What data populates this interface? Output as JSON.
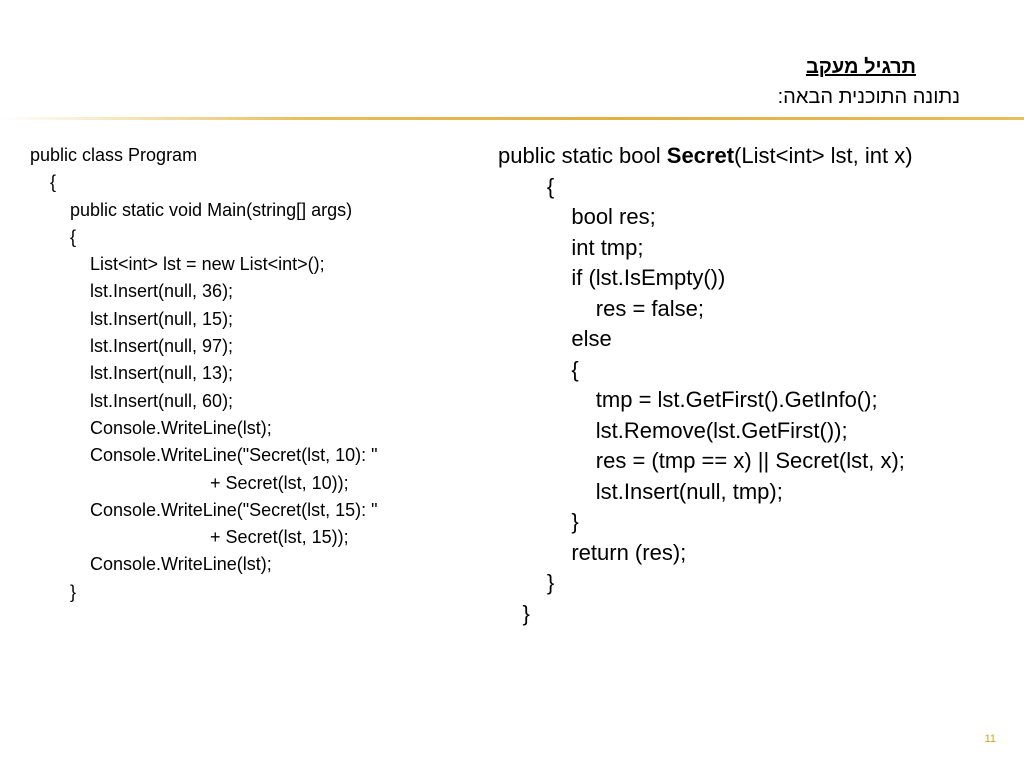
{
  "header": {
    "title": "תרגיל מעקב",
    "subtitle": "נתונה התוכנית הבאה:"
  },
  "left_code": [
    "public class Program",
    "    {",
    "        public static void Main(string[] args)",
    "        {",
    "            List<int> lst = new List<int>();",
    "            lst.Insert(null, 36);",
    "            lst.Insert(null, 15);",
    "            lst.Insert(null, 97);",
    "            lst.Insert(null, 13);",
    "            lst.Insert(null, 60);",
    "            Console.WriteLine(lst);",
    "            Console.WriteLine(\"Secret(lst, 10): \"",
    "                                    + Secret(lst, 10));",
    "            Console.WriteLine(\"Secret(lst, 15): \"",
    "                                    + Secret(lst, 15));",
    "            Console.WriteLine(lst);",
    "        }"
  ],
  "right_code": {
    "signature_prefix": "public static bool ",
    "signature_name": "Secret",
    "signature_suffix": "(List<int> lst, int x)",
    "lines": [
      "        {",
      "            bool res;",
      "            int tmp;",
      "            if (lst.IsEmpty())",
      "                res = false;",
      "            else",
      "            {",
      "                tmp = lst.GetFirst().GetInfo();",
      "                lst.Remove(lst.GetFirst());",
      "                res = (tmp == x) || Secret(lst, x);",
      "                lst.Insert(null, tmp);",
      "            }",
      "            return (res);",
      "        }",
      "    }"
    ]
  },
  "footer": {
    "page_number": "11"
  },
  "colors": {
    "accent": "#e3b040",
    "page_number": "#d4a020"
  }
}
